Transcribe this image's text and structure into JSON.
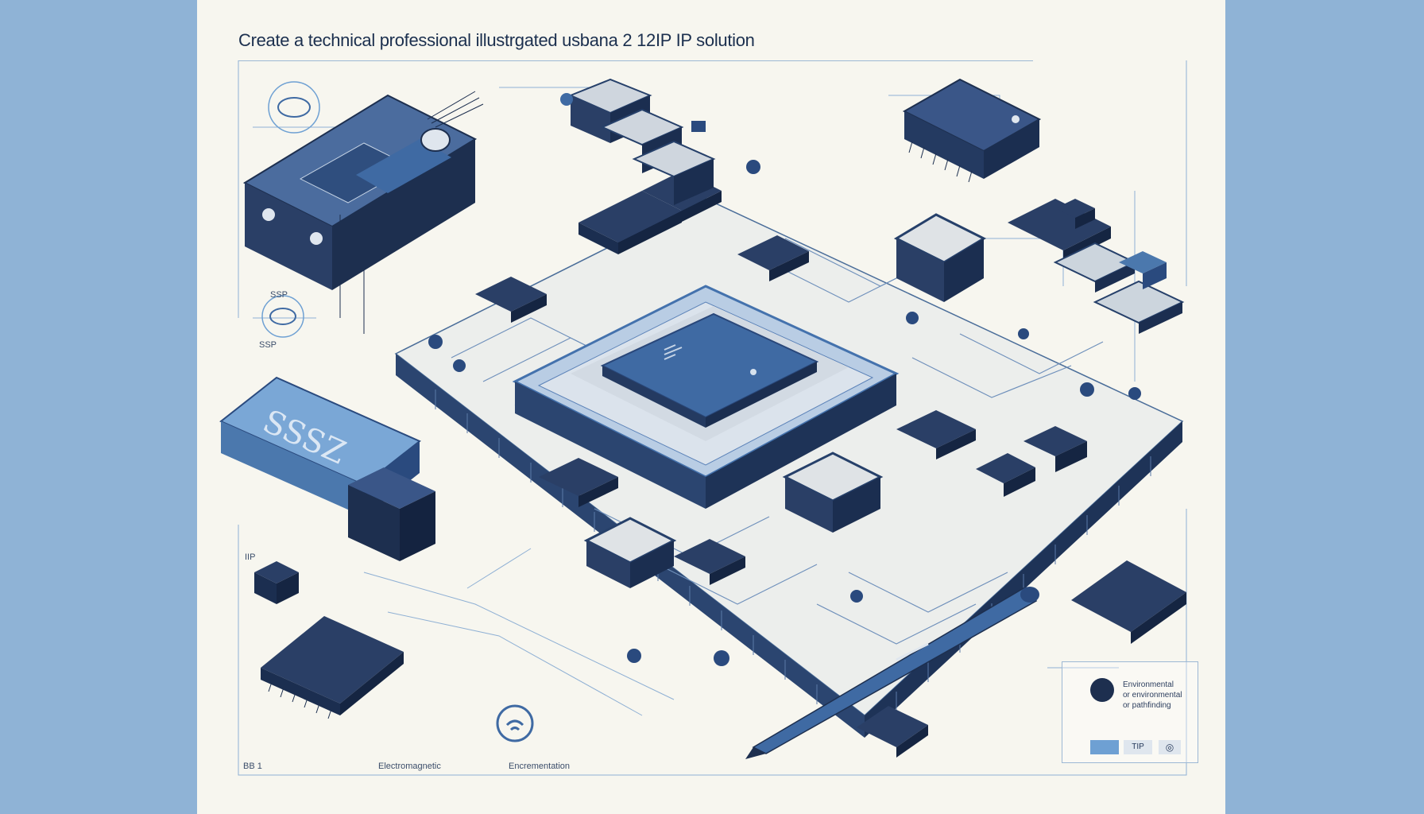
{
  "title": "Create a technical professional illustrgated usbana 2 12IP IP solution",
  "labels": {
    "left_top": "SSP",
    "left_bottom": "SSP",
    "mid_left": "IIP",
    "bottom_left": "BB 1",
    "bottom_mid_1": "Electromagnetic",
    "bottom_mid_2": "Encrementation",
    "module_text": "SSSZ"
  },
  "legend": {
    "lines": [
      "Environmental",
      "or environmental",
      "or pathfinding"
    ],
    "chip_label": "TIP",
    "chip_icon": "◎"
  },
  "colors": {
    "background": "#8fb3d6",
    "paper": "#f7f6ef",
    "board_top": "#e9ecea",
    "board_side": "#20355a",
    "chip_dark": "#2a3f66",
    "chip_blue": "#3f6aa3",
    "accent": "#6ea0d3",
    "trace": "#5e86b8"
  }
}
